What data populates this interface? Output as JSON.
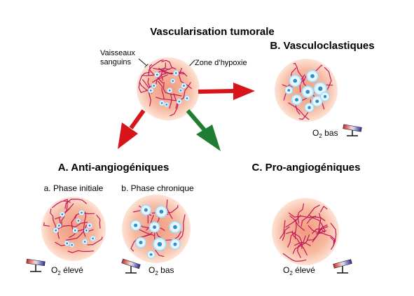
{
  "title": "Vascularisation tumorale",
  "annotations": {
    "vessels": "Vaisseaux sanguins",
    "vessels_line1": "Vaisseaux",
    "vessels_line2": "sanguins",
    "hypoxia": "Zone d’hypoxie"
  },
  "section_b": {
    "title": "B. Vasculoclastiques",
    "o2_level": "bas"
  },
  "section_a": {
    "title": "A. Anti-angiogéniques",
    "phases": [
      {
        "label": "a. Phase initiale",
        "o2_level": "élevé"
      },
      {
        "label": "b. Phase chronique",
        "o2_level": "bas"
      }
    ]
  },
  "section_c": {
    "title": "C. Pro-angiogéniques",
    "o2_level": "élevé"
  },
  "o2_prefix": "O",
  "o2_subscript": "2",
  "colors": {
    "tumor_core": "#f5a58a",
    "tumor_edge": "#fbd9c8",
    "vessel": "#c2185b",
    "cell_fill": "#d8f0fb",
    "cell_nucleus": "#2e8fd0",
    "arrow_red": "#d7141a",
    "arrow_green": "#1e7d32",
    "gauge_red": "#c0392b",
    "gauge_blue": "#2d2a8c"
  }
}
